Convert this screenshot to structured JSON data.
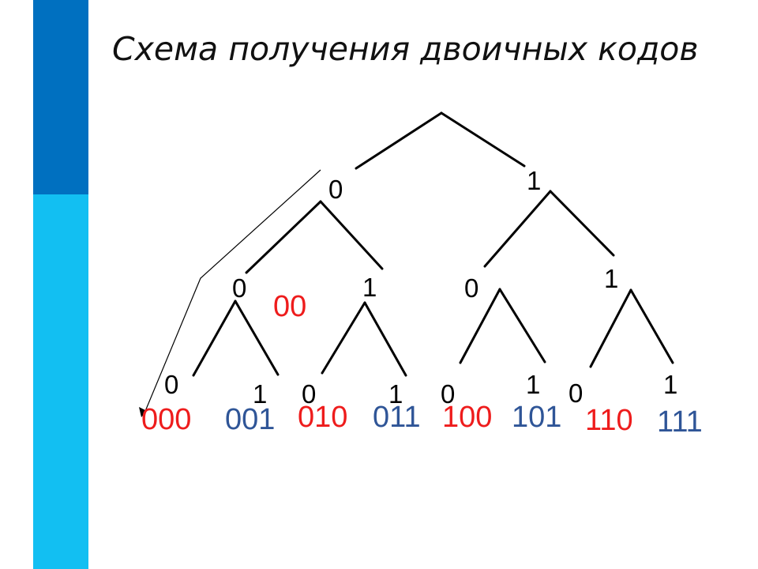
{
  "slide": {
    "title": "Схема получения двоичных кодов",
    "accent_dark": "#0070c0",
    "accent_light": "#12bff2"
  },
  "tree": {
    "level1": [
      "0",
      "1"
    ],
    "level2": [
      "0",
      "1",
      "0",
      "1"
    ],
    "level3": [
      "0",
      "1",
      "0",
      "1",
      "0",
      "1",
      "0",
      "1"
    ],
    "path_example": "00",
    "codes": [
      "000",
      "001",
      "010",
      "011",
      "100",
      "101",
      "110",
      "111"
    ],
    "colors": {
      "red": "#ee1c1c",
      "blue": "#2f5597"
    }
  }
}
